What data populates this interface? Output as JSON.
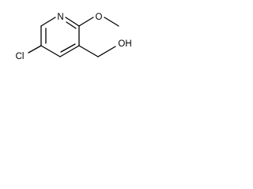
{
  "molecule": {
    "atoms": {
      "n": "N",
      "o_methoxy": "O",
      "cl": "Cl",
      "oh": "OH"
    }
  }
}
